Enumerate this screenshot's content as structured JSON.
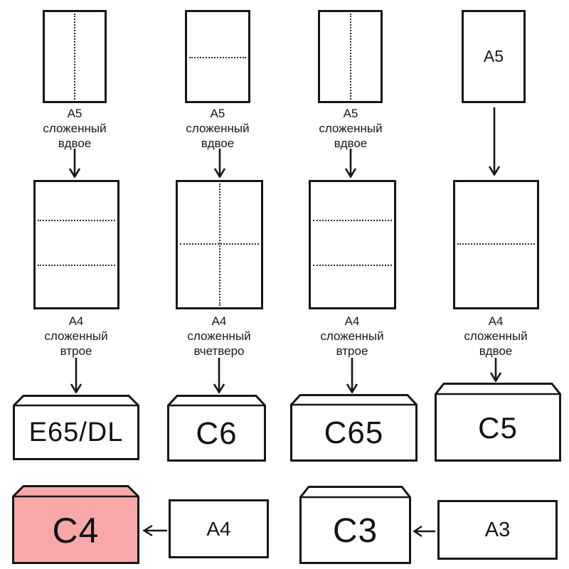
{
  "diagram": "paper-folding-to-envelope-formats",
  "colors": {
    "highlight_pink": "#f8a8a8",
    "stroke": "#161616",
    "background": "#ffffff"
  },
  "columns": [
    {
      "a5_sheet": {
        "fold": "vertical-half",
        "label_lines": [
          "A5",
          "сложенный",
          "вдвое"
        ]
      },
      "a4_sheet": {
        "fold": "thirds-horizontal",
        "label_lines": [
          "A4",
          "сложенный",
          "втрое"
        ]
      },
      "envelope_label": "E65/DL"
    },
    {
      "a5_sheet": {
        "fold": "horizontal-half",
        "label_lines": [
          "A5",
          "сложенный",
          "вдвое"
        ]
      },
      "a4_sheet": {
        "fold": "quarters-cross",
        "label_lines": [
          "A4",
          "сложенный",
          "вчетверо"
        ]
      },
      "envelope_label": "C6"
    },
    {
      "a5_sheet": {
        "fold": "vertical-half",
        "label_lines": [
          "A5",
          "сложенный",
          "вдвое"
        ]
      },
      "a4_sheet": {
        "fold": "thirds-horizontal",
        "label_lines": [
          "A4",
          "сложенный",
          "втрое"
        ]
      },
      "envelope_label": "C65"
    },
    {
      "a5_sheet": {
        "fold": "none",
        "inner_label": "A5"
      },
      "a4_sheet": {
        "fold": "half-horizontal",
        "label_lines": [
          "A4",
          "сложенный",
          "вдвое"
        ]
      },
      "envelope_label": "C5"
    }
  ],
  "bottom_row": [
    {
      "envelope_label": "C4",
      "sheet_label": "A4",
      "highlighted": true
    },
    {
      "envelope_label": "C3",
      "sheet_label": "A3",
      "highlighted": false
    }
  ]
}
